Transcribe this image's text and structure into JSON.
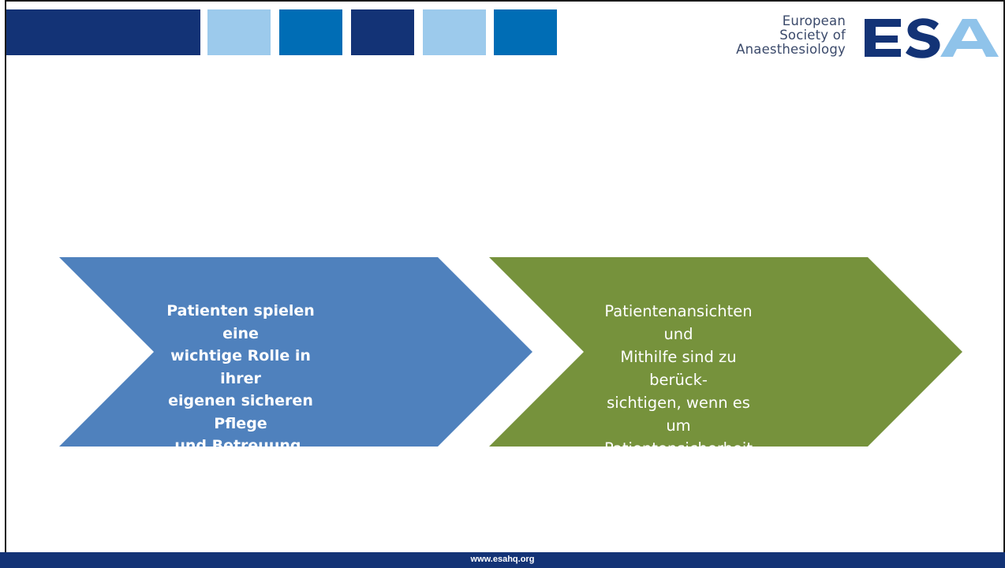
{
  "header": {
    "blocks": [
      {
        "color": "#133376"
      },
      {
        "color": "#9ccaec"
      },
      {
        "color": "#006db5"
      },
      {
        "color": "#133376"
      },
      {
        "color": "#9ccaec"
      },
      {
        "color": "#006db5"
      }
    ]
  },
  "logo": {
    "line1": "European",
    "line2": "Society of",
    "line3": "Anaesthesiology",
    "mark": "ESA",
    "mark_dark_color": "#133376",
    "mark_light_color": "#8fc3ea"
  },
  "chevrons": [
    {
      "lines": [
        "Patienten spielen eine",
        "wichtige Rolle in ihrer",
        "eigenen sicheren Pflege",
        "und Betreuung."
      ],
      "color": "#4f81bd"
    },
    {
      "lines": [
        "Patientenansichten und",
        "Mithilfe sind zu berück-",
        "sichtigen, wenn es um",
        "Patientensicherheit geht."
      ],
      "color": "#76923c"
    }
  ],
  "footer": {
    "url": "www.esahq.org"
  }
}
